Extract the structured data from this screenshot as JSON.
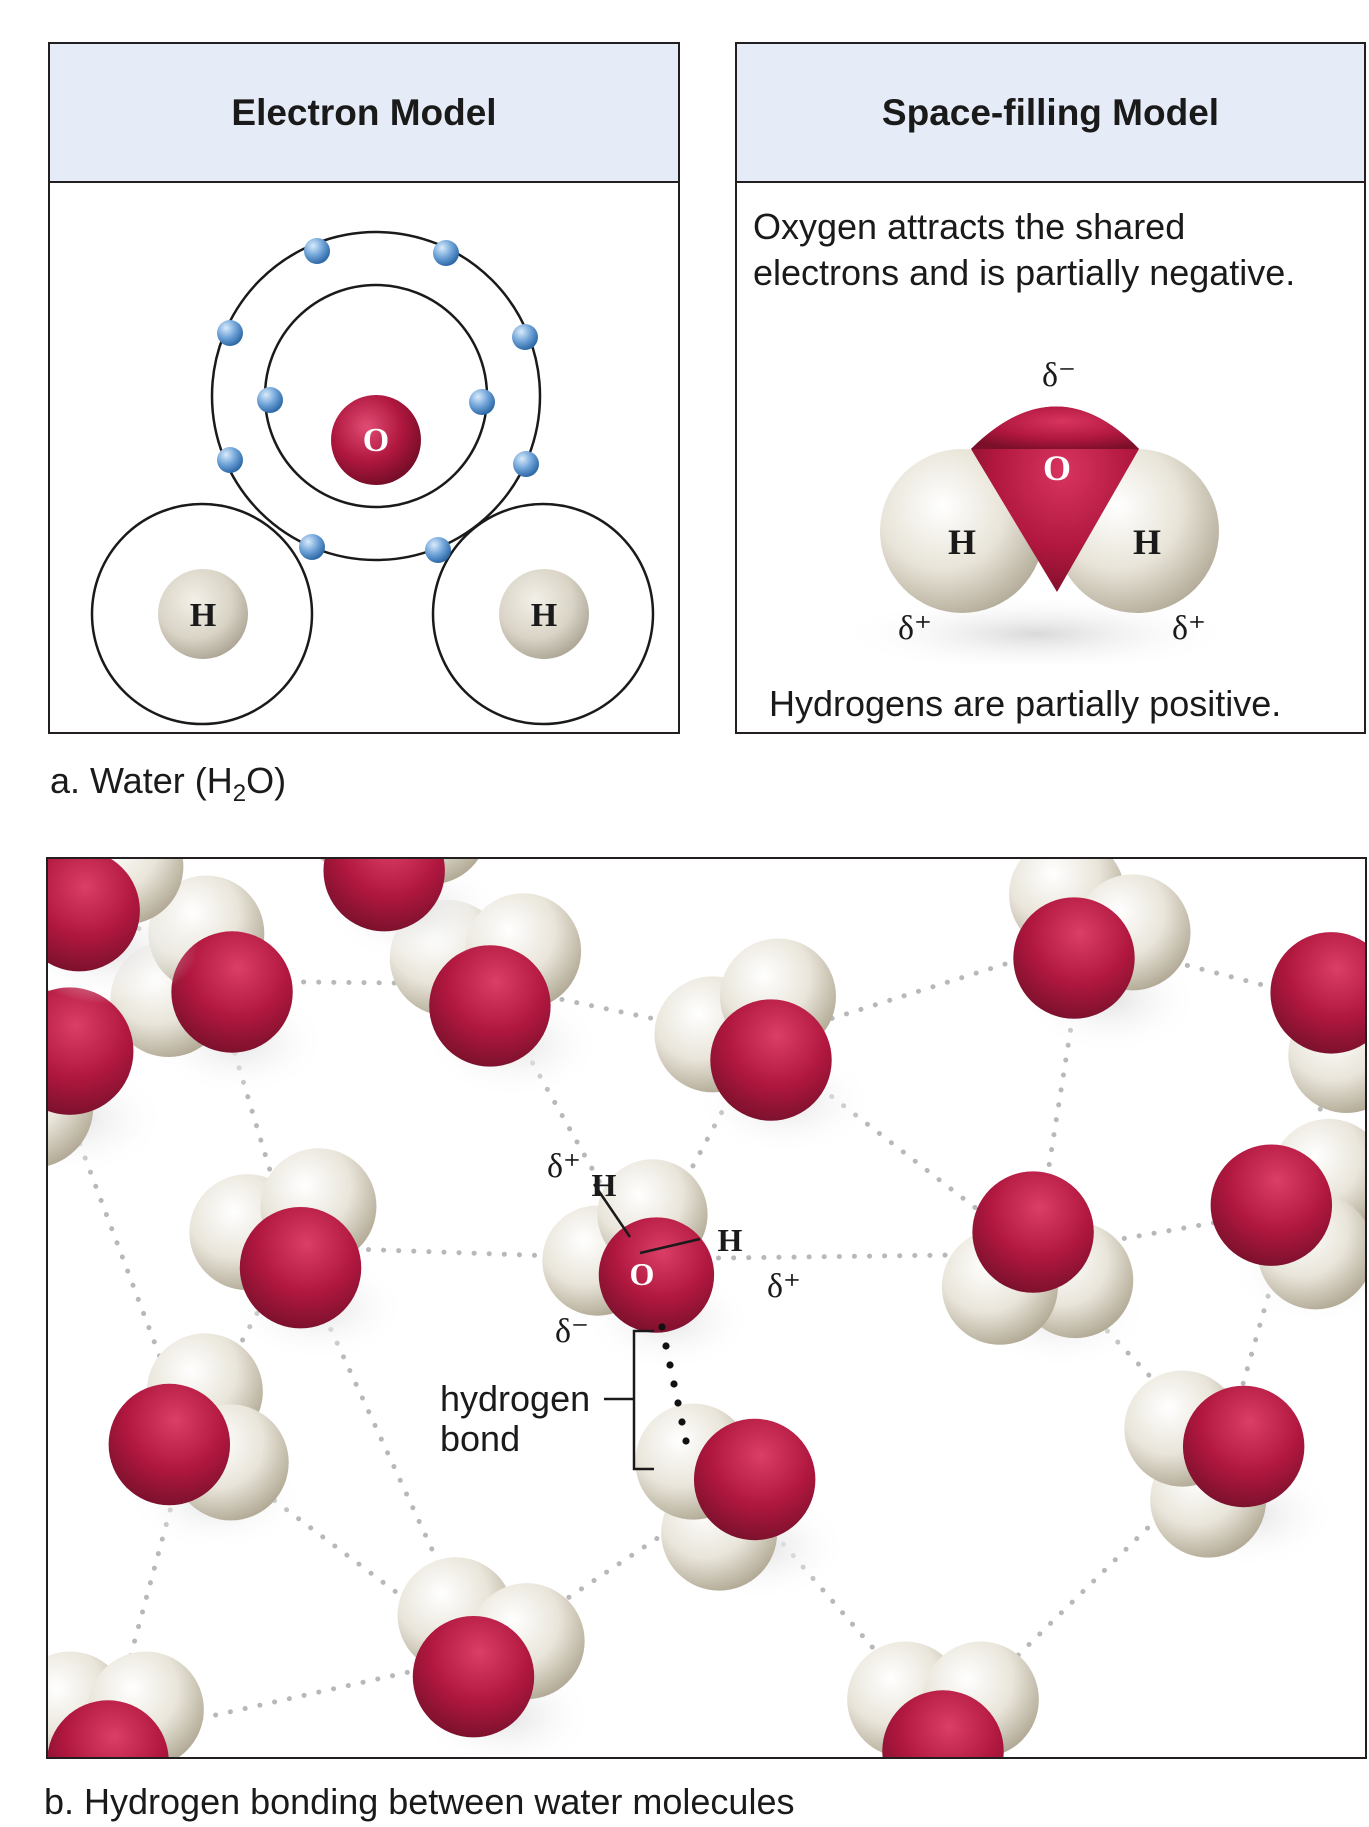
{
  "panel_a": {
    "electron_model": {
      "title": "Electron Model",
      "oxygen_label": "O",
      "hydrogen_label": "H"
    },
    "space_filling_model": {
      "title": "Space-filling Model",
      "text_top_line1": "Oxygen attracts the shared",
      "text_top_line2": "electrons and is partially negative.",
      "delta_minus": "δ⁻",
      "delta_plus": "δ⁺",
      "oxygen_label": "O",
      "hydrogen_label": "H",
      "text_bottom": "Hydrogens are partially positive."
    },
    "caption_prefix": "a. Water (H",
    "caption_sub": "2",
    "caption_suffix": "O)"
  },
  "panel_b": {
    "delta_plus": "δ⁺",
    "delta_minus": "δ⁻",
    "hydrogen_label": "H",
    "oxygen_label": "O",
    "bond_label_line1": "hydrogen",
    "bond_label_line2": "bond",
    "caption": "b. Hydrogen bonding between water molecules"
  },
  "colors": {
    "oxygen": "#b0173f",
    "hydrogen": "#d9d4c6",
    "electron": "#6fa3d8",
    "header_bg": "#e6ecf7",
    "dotted_bond": "#b8b8b8"
  }
}
